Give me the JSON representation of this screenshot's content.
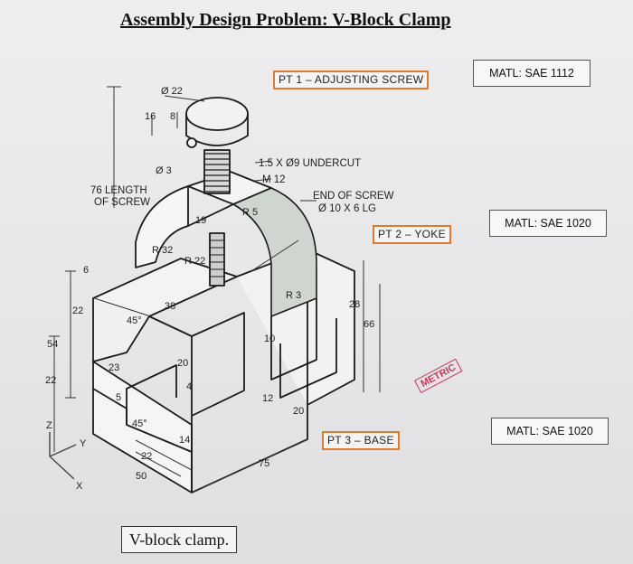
{
  "title": "Assembly Design Problem: V-Block Clamp",
  "caption": "V-block clamp.",
  "materials": [
    {
      "label": "MATL: SAE 1112"
    },
    {
      "label": "MATL: SAE 1020"
    },
    {
      "label": "MATL: SAE 1020"
    }
  ],
  "parts": [
    {
      "label": "PT 1 – ADJUSTING SCREW"
    },
    {
      "label": "PT 2 – YOKE"
    },
    {
      "label": "PT 3 – BASE"
    }
  ],
  "stamp": "METRIC",
  "notes": {
    "undercut": "1.5 X Ø9 UNDERCUT",
    "thread": "M 12",
    "end_screw_1": "END OF SCREW",
    "end_screw_2": "Ø 10 X 6 LG",
    "length_1": "76 LENGTH",
    "length_2": "OF SCREW"
  },
  "dimensions": {
    "d22": "Ø 22",
    "d16": "16",
    "d8": "8",
    "d3": "Ø 3",
    "r5": "R 5",
    "d19": "19",
    "r32": "R 32",
    "r22": "R 22",
    "r3": "R 3",
    "d6": "6",
    "d38": "38",
    "d22a": "22",
    "ang45a": "45°",
    "d54": "54",
    "d23": "23",
    "d22b": "22",
    "d5": "5",
    "d20a": "20",
    "d4": "4",
    "d10": "10",
    "d28": "28",
    "d66": "66",
    "d12": "12",
    "d20b": "20",
    "ang45b": "45°",
    "d14": "14",
    "d22c": "22",
    "d50": "50",
    "d75": "75"
  },
  "axes": {
    "z": "Z",
    "y": "Y",
    "x": "X"
  }
}
